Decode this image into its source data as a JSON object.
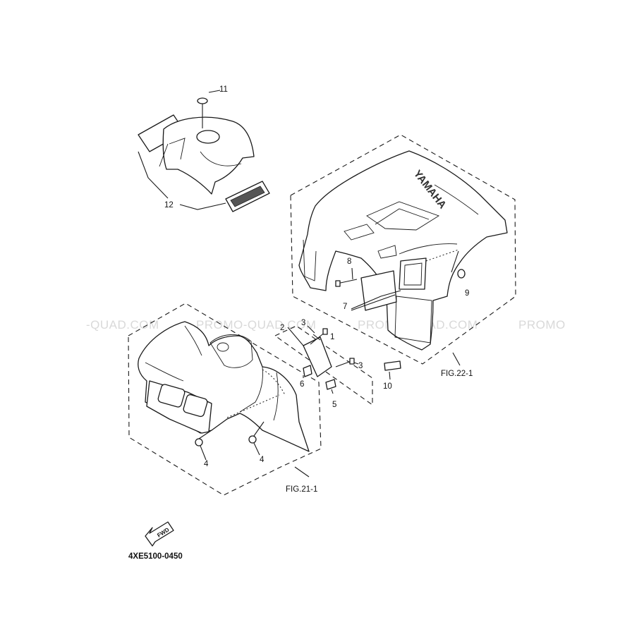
{
  "watermark": {
    "segments": [
      "-QUAD.COM",
      "PROMO-QUAD.COM",
      "PROMO-QUAD.COM",
      "PROMO"
    ]
  },
  "figures": {
    "fig_rear": "FIG.22-1",
    "fig_front": "FIG.21-1"
  },
  "callouts": {
    "c1": "1",
    "c2": "2",
    "c3a": "3",
    "c3b": "3",
    "c4a": "4",
    "c4b": "4",
    "c5": "5",
    "c6": "6",
    "c7": "7",
    "c8": "8",
    "c9": "9",
    "c10": "10",
    "c11": "11",
    "c12": "12"
  },
  "fender_brand": "YAMAHA",
  "fwd_label": "FWD",
  "diagram_code": "4XE5100-0450"
}
